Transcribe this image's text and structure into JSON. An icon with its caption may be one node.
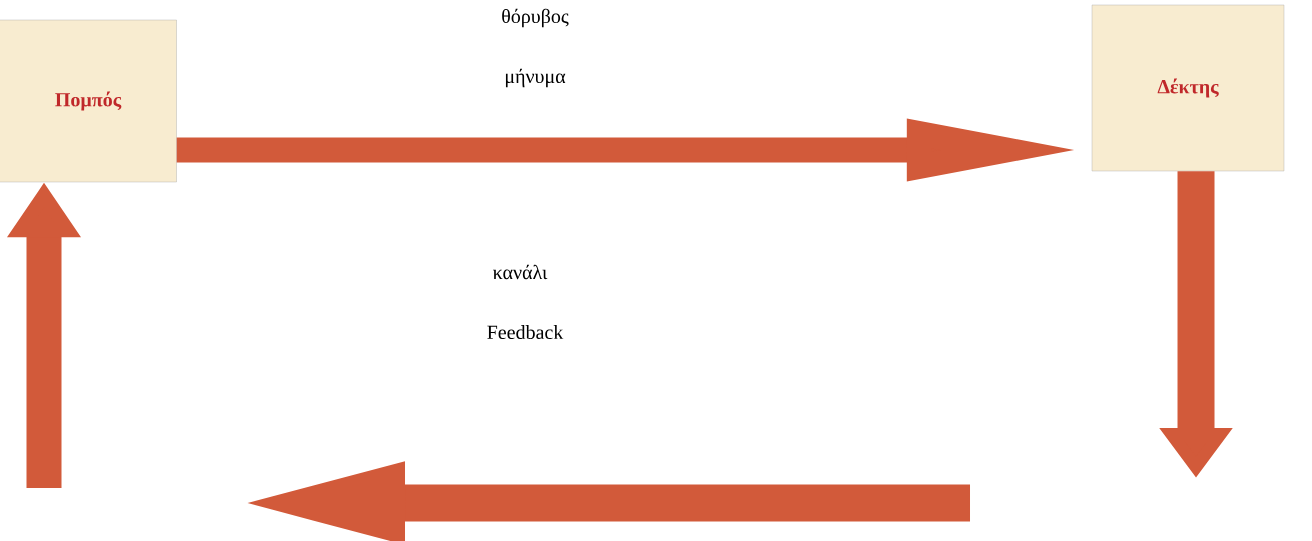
{
  "diagram": {
    "nodes": [
      {
        "text": [
          "Πομπός"
        ]
      },
      {
        "text": [
          "Δέκτης"
        ]
      }
    ],
    "edges": [
      {
        "from": 0,
        "to": 1,
        "arrow": "to"
      },
      {
        "from": 1,
        "to": null,
        "arrow": "to"
      },
      {
        "from": null,
        "to": 0,
        "arrow": "to"
      }
    ],
    "labels": [
      "θόρυβος",
      "μήνυμα",
      "κανάλι",
      "Feedback"
    ]
  }
}
